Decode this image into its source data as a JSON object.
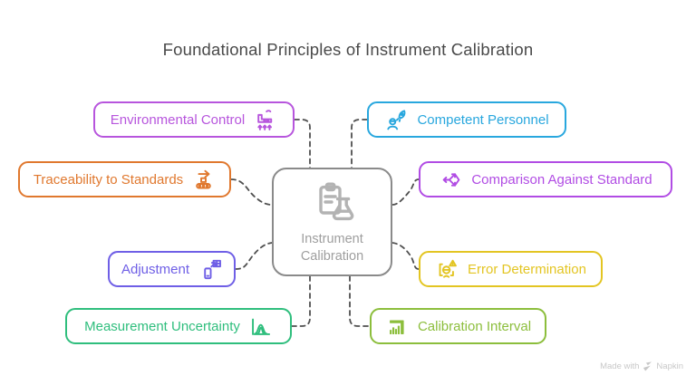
{
  "title": "Foundational Principles of Instrument Calibration",
  "center": {
    "label": "Instrument Calibration",
    "icon": "clipboard-flask-icon",
    "border_color": "#8a8a8a",
    "text_color": "#9e9e9e"
  },
  "nodes": [
    {
      "id": "environmental-control",
      "label": "Environmental Control",
      "color": "#b755dd",
      "icon": "factory-emissions-icon",
      "side": "left"
    },
    {
      "id": "traceability-to-standards",
      "label": "Traceability to Standards",
      "color": "#e0782e",
      "icon": "conveyor-arrow-icon",
      "side": "left"
    },
    {
      "id": "adjustment",
      "label": "Adjustment",
      "color": "#6f5fe6",
      "icon": "device-sync-grid-icon",
      "side": "left"
    },
    {
      "id": "measurement-uncertainty",
      "label": "Measurement Uncertainty",
      "color": "#2fbe7d",
      "icon": "bell-curve-icon",
      "side": "left"
    },
    {
      "id": "competent-personnel",
      "label": "Competent Personnel",
      "color": "#28a7de",
      "icon": "person-rocket-icon",
      "side": "right"
    },
    {
      "id": "comparison-against-standard",
      "label": "Comparison Against Standard",
      "color": "#b14ce4",
      "icon": "three-axis-arrows-icon",
      "side": "right"
    },
    {
      "id": "error-determination",
      "label": "Error Determination",
      "color": "#e3c522",
      "icon": "error-face-warning-icon",
      "side": "right"
    },
    {
      "id": "calibration-interval",
      "label": "Calibration Interval",
      "color": "#8cbe3c",
      "icon": "bar-chart-ruler-icon",
      "side": "right"
    }
  ],
  "connector_color": "#4f4f4f",
  "footer": {
    "made_with": "Made with",
    "brand": "Napkin",
    "logo": "napkin-logo-icon"
  }
}
